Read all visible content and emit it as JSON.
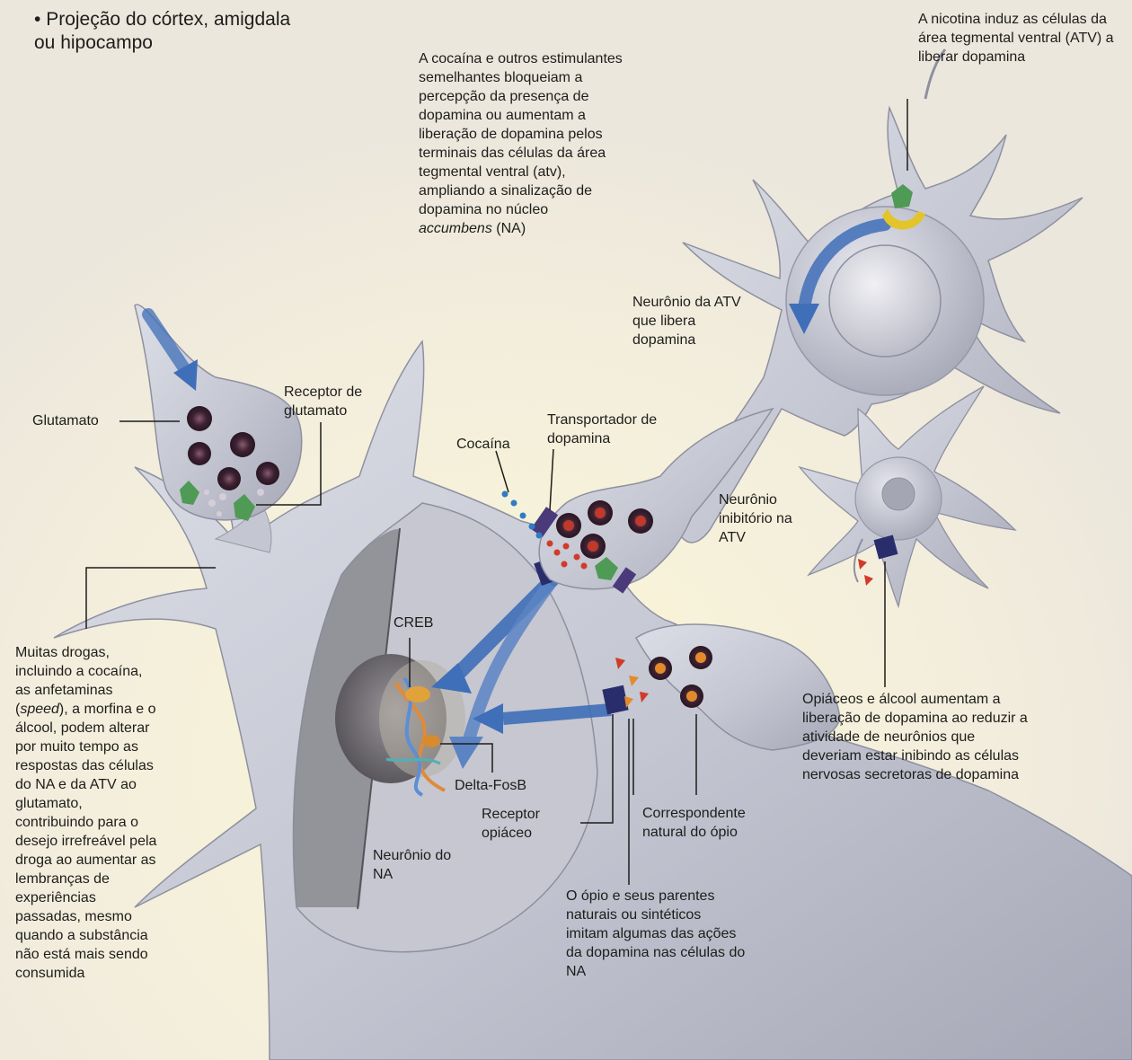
{
  "title": {
    "bullet": "Projeção do córtex, amigdala ou hipocampo"
  },
  "labels": {
    "cocaine_block": "A cocaína e outros estimulantes semelhantes bloqueiam a percepção da presença de dopamina ou aumentam a liberação de dopamina pelos terminais das células da área tegmental ventral (atv), ampliando a sinalização de dopamina no núcleo",
    "cocaine_block_italic": "accumbens",
    "cocaine_block_end": " (NA)",
    "nicotine": "A nicotina induz as células da área tegmental ventral (ATV) a liberar dopamina",
    "atv_neuron": "Neurônio da ATV que libera dopamina",
    "glutamate": "Glutamato",
    "glutamate_receptor": "Receptor de glutamato",
    "cocaine": "Cocaína",
    "dopamine_transporter": "Transportador de dopamina",
    "inhibitory_neuron": "Neurônio inibitório na ATV",
    "creb": "CREB",
    "delta_fosb": "Delta-FosB",
    "opiate_receptor": "Receptor opiáceo",
    "natural_opium": "Correspondente natural do ópio",
    "na_neuron": "Neurônio do NA",
    "opiates_alcohol": "Opiáceos e álcool aumentam a liberação de dopamina ao reduzir a atividade de neurônios que deveriam estar inibindo as células nervosas secretoras de dopamina",
    "opium_relatives": "O ópio e seus parentes naturais ou sintéticos imitam algumas das ações  da dopamina nas células do NA",
    "many_drugs_a": "Muitas drogas, incluindo a cocaína, as anfetaminas (",
    "many_drugs_italic": "speed",
    "many_drugs_b": "), a morfina e o álcool, podem alterar por muito tempo as respostas das células do NA e da ATV ao glutamato, contribuindo para o desejo irrefreável pela droga ao aumentar as lembranças de experiências passadas, mesmo quando a substância não está mais sendo consumida"
  },
  "colors": {
    "neuron_fill": "#c9cbd6",
    "neuron_shade": "#a9acba",
    "nucleus_dark": "#7d7b80",
    "arrow_blue": "#3f6fb8",
    "vesicle": "#4a2a3c",
    "receptor_green": "#4f9a55",
    "receptor_yellow": "#e3c52b",
    "dopamine_red": "#d23a2a",
    "cocaine_blue": "#2e7cc4",
    "receptor_navy": "#2a2d6b"
  },
  "icons": [
    "arrow-icon",
    "vesicle-icon",
    "receptor-icon",
    "transporter-icon",
    "dna-icon"
  ]
}
